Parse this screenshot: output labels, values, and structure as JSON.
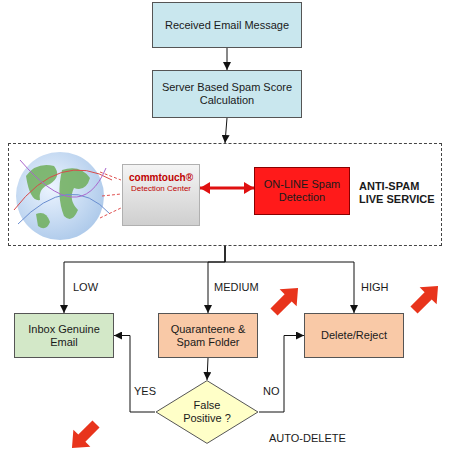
{
  "diagram": {
    "nodes": [
      {
        "text": [
          "Received Email Message"
        ]
      },
      {
        "text": [
          "Server Based Spam Score Calculation"
        ]
      },
      {
        "text": [
          "ANTI-SPAM LIVE SERVICE"
        ]
      },
      {
        "text": [
          "commtouch®",
          "Detection Center"
        ],
        "in": 2
      },
      {
        "text": [
          "ON-LINE Spam Detection"
        ],
        "in": 2
      },
      {
        "text": [
          "Inbox Genuine Email"
        ]
      },
      {
        "text": [
          "Quaranteene & Spam Folder"
        ]
      },
      {
        "text": [
          "Delete/Reject"
        ]
      },
      {
        "text": [
          "False Positive ?"
        ]
      }
    ],
    "edges": [
      {
        "from": 0,
        "to": 1,
        "arrow": "to"
      },
      {
        "from": 1,
        "to": 2,
        "arrow": "to"
      },
      {
        "from": 3,
        "to": 4,
        "arrow": "both"
      },
      {
        "from": 2,
        "to": 5,
        "label": "LOW",
        "arrow": "to"
      },
      {
        "from": 2,
        "to": 6,
        "label": "MEDIUM",
        "arrow": "to"
      },
      {
        "from": 2,
        "to": 7,
        "label": "HIGH",
        "arrow": "to"
      },
      {
        "from": 6,
        "to": 8,
        "arrow": "to"
      },
      {
        "from": 8,
        "to": 5,
        "label": "YES",
        "arrow": "to"
      },
      {
        "from": 8,
        "to": 7,
        "label": "NO",
        "arrow": "to"
      }
    ],
    "labels": [
      "AUTO-DELETE"
    ]
  }
}
